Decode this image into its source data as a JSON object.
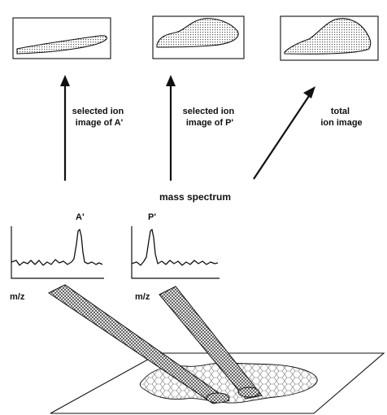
{
  "ion_images": [
    {
      "kind": "selected-ion-A"
    },
    {
      "kind": "selected-ion-P"
    },
    {
      "kind": "total"
    }
  ],
  "arrows": [
    {
      "label_lines": [
        "selected ion",
        "image of A'"
      ]
    },
    {
      "label_lines": [
        "selected ion",
        "image of P'"
      ]
    },
    {
      "label_lines": [
        "total",
        "ion image"
      ]
    }
  ],
  "mass_spectrum_label": "mass spectrum",
  "spectra": [
    {
      "peak_label": "A'",
      "axis_label": "m/z",
      "peak_position": "right"
    },
    {
      "peak_label": "P'",
      "axis_label": "m/z",
      "peak_position": "left"
    }
  ],
  "colors": {
    "ink": "#111111",
    "background": "#ffffff"
  }
}
